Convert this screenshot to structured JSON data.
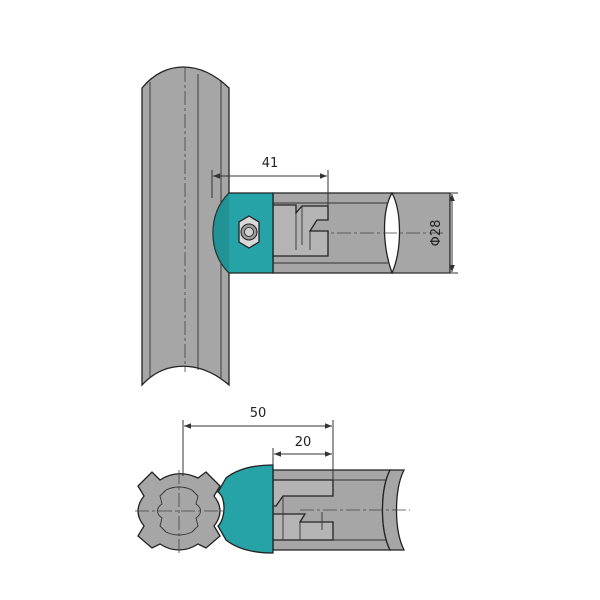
{
  "colors": {
    "pipe": "#a6a6a6",
    "pipe_light": "#c8c8c8",
    "pipe_dark": "#8e8e8e",
    "connector": "#26a3a7",
    "connector_dark": "#1c8185",
    "insert": "#b4b4b4",
    "line": "#222222"
  },
  "dimensions": {
    "side_view_length": "41",
    "pipe_diameter": "Φ28",
    "plan_total_length": "50",
    "plan_insert_length": "20"
  }
}
